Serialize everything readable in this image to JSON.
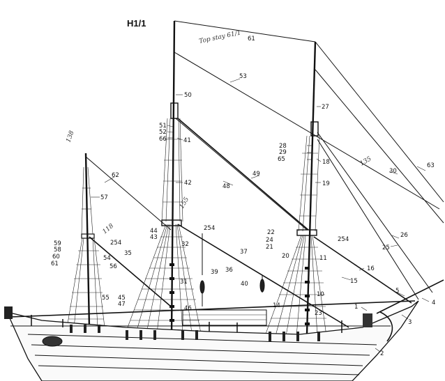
{
  "sheet": {
    "code": "H1/1"
  },
  "colors": {
    "ink": "#111111",
    "paper": "#ffffff"
  },
  "annotations": {
    "top_stay": "Top stay 61/1",
    "num_138": "138",
    "num_155": "155",
    "num_135": "135",
    "num_118": "118"
  },
  "labels": {
    "l1": "1",
    "l2": "2",
    "l3": "3",
    "l4": "4",
    "l5": "5",
    "l10": "10",
    "l11": "11",
    "l14": "14",
    "l15": "15",
    "l16": "16",
    "l18": "18",
    "l19": "19",
    "l20": "20",
    "l21": "21",
    "l22": "22",
    "l23": "23",
    "l24": "24",
    "l25": "25",
    "l26": "26",
    "l27": "27",
    "l28": "28",
    "l29": "29",
    "l30": "30",
    "l31": "31",
    "l32": "32",
    "l35": "35",
    "l36": "36",
    "l37": "37",
    "l39": "39",
    "l40": "40",
    "l41": "41",
    "l42": "42",
    "l43": "43",
    "l44": "44",
    "l45": "45",
    "l46": "46",
    "l47": "47",
    "l48": "48",
    "l49": "49",
    "l50": "50",
    "l51": "51",
    "l52": "52",
    "l53": "53",
    "l54": "54",
    "l55": "55",
    "l56": "56",
    "l57": "57",
    "l58": "58",
    "l59": "59",
    "l60": "60",
    "l61": "61",
    "l62": "62",
    "l63": "63",
    "l65": "65",
    "l66": "66",
    "l254a": "254",
    "l254b": "254",
    "l254c": "254"
  }
}
